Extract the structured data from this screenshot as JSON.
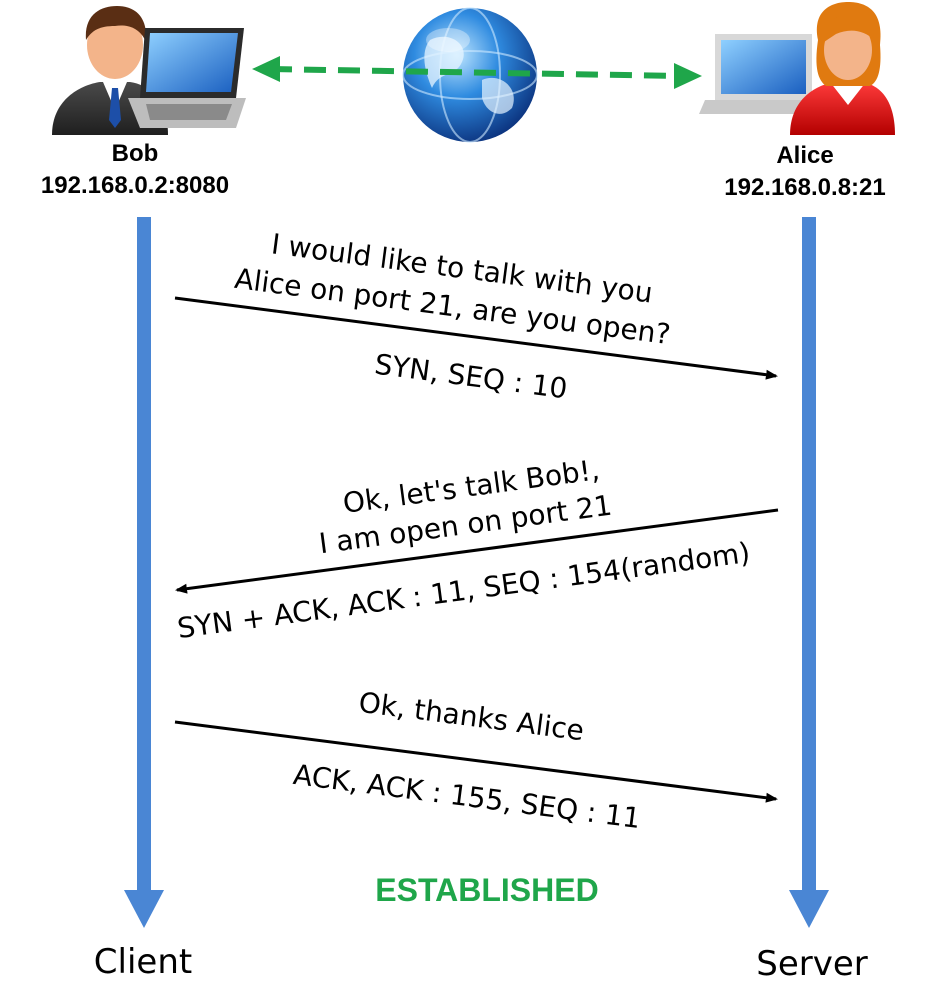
{
  "client": {
    "name": "Bob",
    "address": "192.168.0.2:8080",
    "role": "Client"
  },
  "server": {
    "name": "Alice",
    "address": "192.168.0.8:21",
    "role": "Server"
  },
  "messages": [
    {
      "line1": "I would like to talk with you",
      "line2": "Alice on port 21, are you open?",
      "flags": "SYN, SEQ : 10",
      "direction": "client-to-server"
    },
    {
      "line1": "Ok, let's talk Bob!,",
      "line2": "I am open on port 21",
      "flags": "SYN + ACK, ACK : 11, SEQ : 154(random)",
      "direction": "server-to-client"
    },
    {
      "line1": "Ok, thanks Alice",
      "flags": "ACK, ACK : 155, SEQ : 11",
      "direction": "client-to-server"
    }
  ],
  "status": "ESTABLISHED",
  "colors": {
    "lifeline": "#4a86d4",
    "link": "#1fa64a",
    "status": "#1fa64a",
    "arrow": "#000000"
  },
  "icons": [
    "person-with-laptop-icon",
    "globe-icon",
    "person-with-laptop-icon"
  ]
}
